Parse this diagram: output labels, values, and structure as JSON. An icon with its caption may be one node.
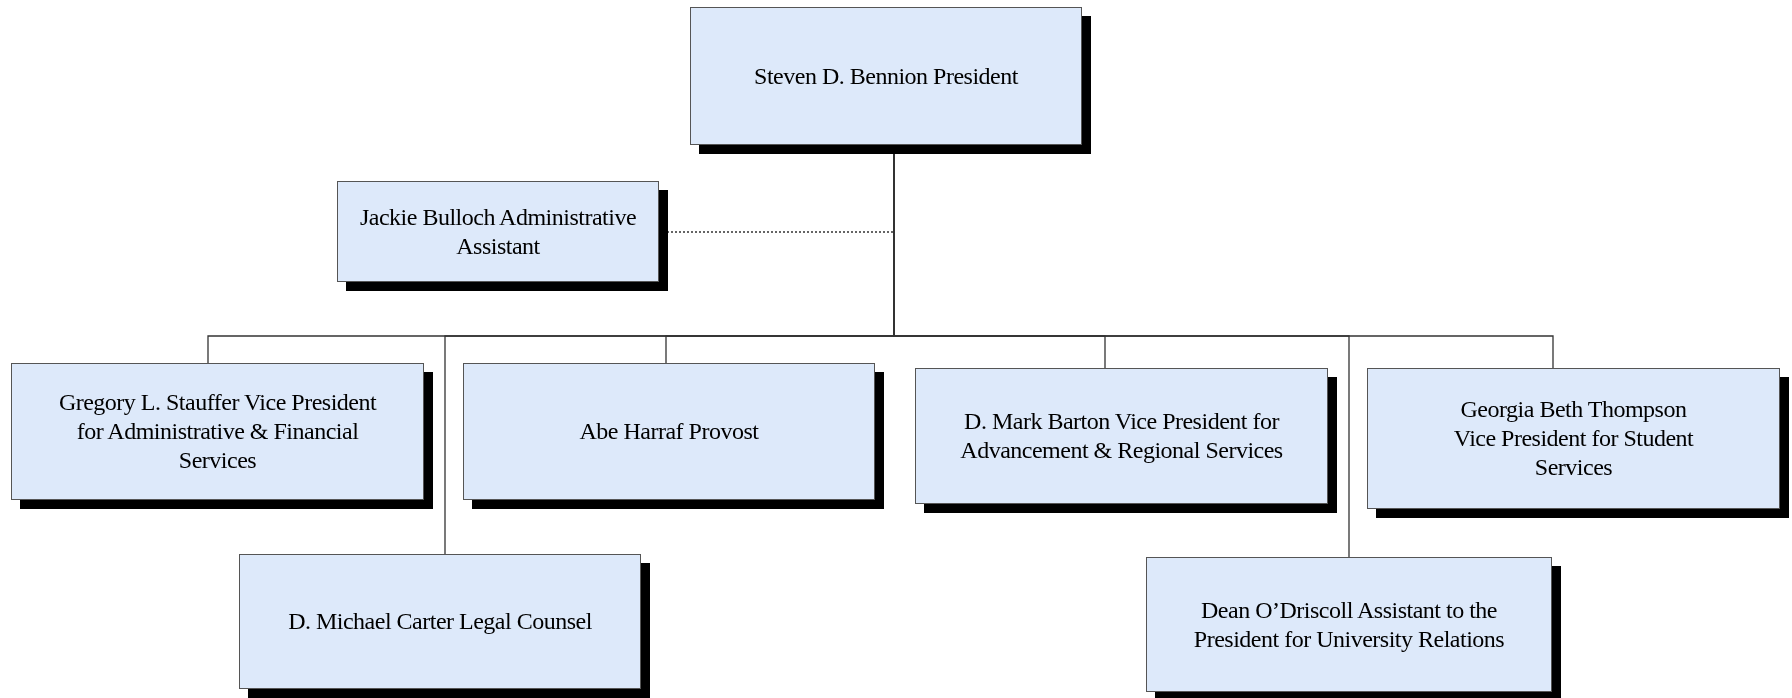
{
  "diagram": {
    "nodes": [
      {
        "text": [
          "Steven D. Bennion President"
        ]
      },
      {
        "text": [
          "Jackie Bulloch Administrative Assistant"
        ]
      },
      {
        "text": [
          "Gregory L.  Stauffer Vice President for Administrative & Financial Services"
        ]
      },
      {
        "text": [
          "D.  Michael Carter Legal Counsel"
        ]
      },
      {
        "text": [
          "Abe Harraf Provost"
        ]
      },
      {
        "text": [
          "D. Mark Barton Vice President for Advancement & Regional Services"
        ]
      },
      {
        "text": [
          "Dean O’Driscoll Assistant to the President for University Relations"
        ]
      },
      {
        "text": [
          "Georgia Beth Thompson Vice President for Student Services"
        ]
      }
    ],
    "edges": [
      {
        "from": 0,
        "to": 1,
        "arrow": "none",
        "style": "dashed"
      },
      {
        "from": 0,
        "to": 2,
        "arrow": "none"
      },
      {
        "from": 0,
        "to": 3,
        "arrow": "none"
      },
      {
        "from": 0,
        "to": 4,
        "arrow": "none"
      },
      {
        "from": 0,
        "to": 5,
        "arrow": "none"
      },
      {
        "from": 0,
        "to": 6,
        "arrow": "none"
      },
      {
        "from": 0,
        "to": 7,
        "arrow": "none"
      }
    ]
  }
}
